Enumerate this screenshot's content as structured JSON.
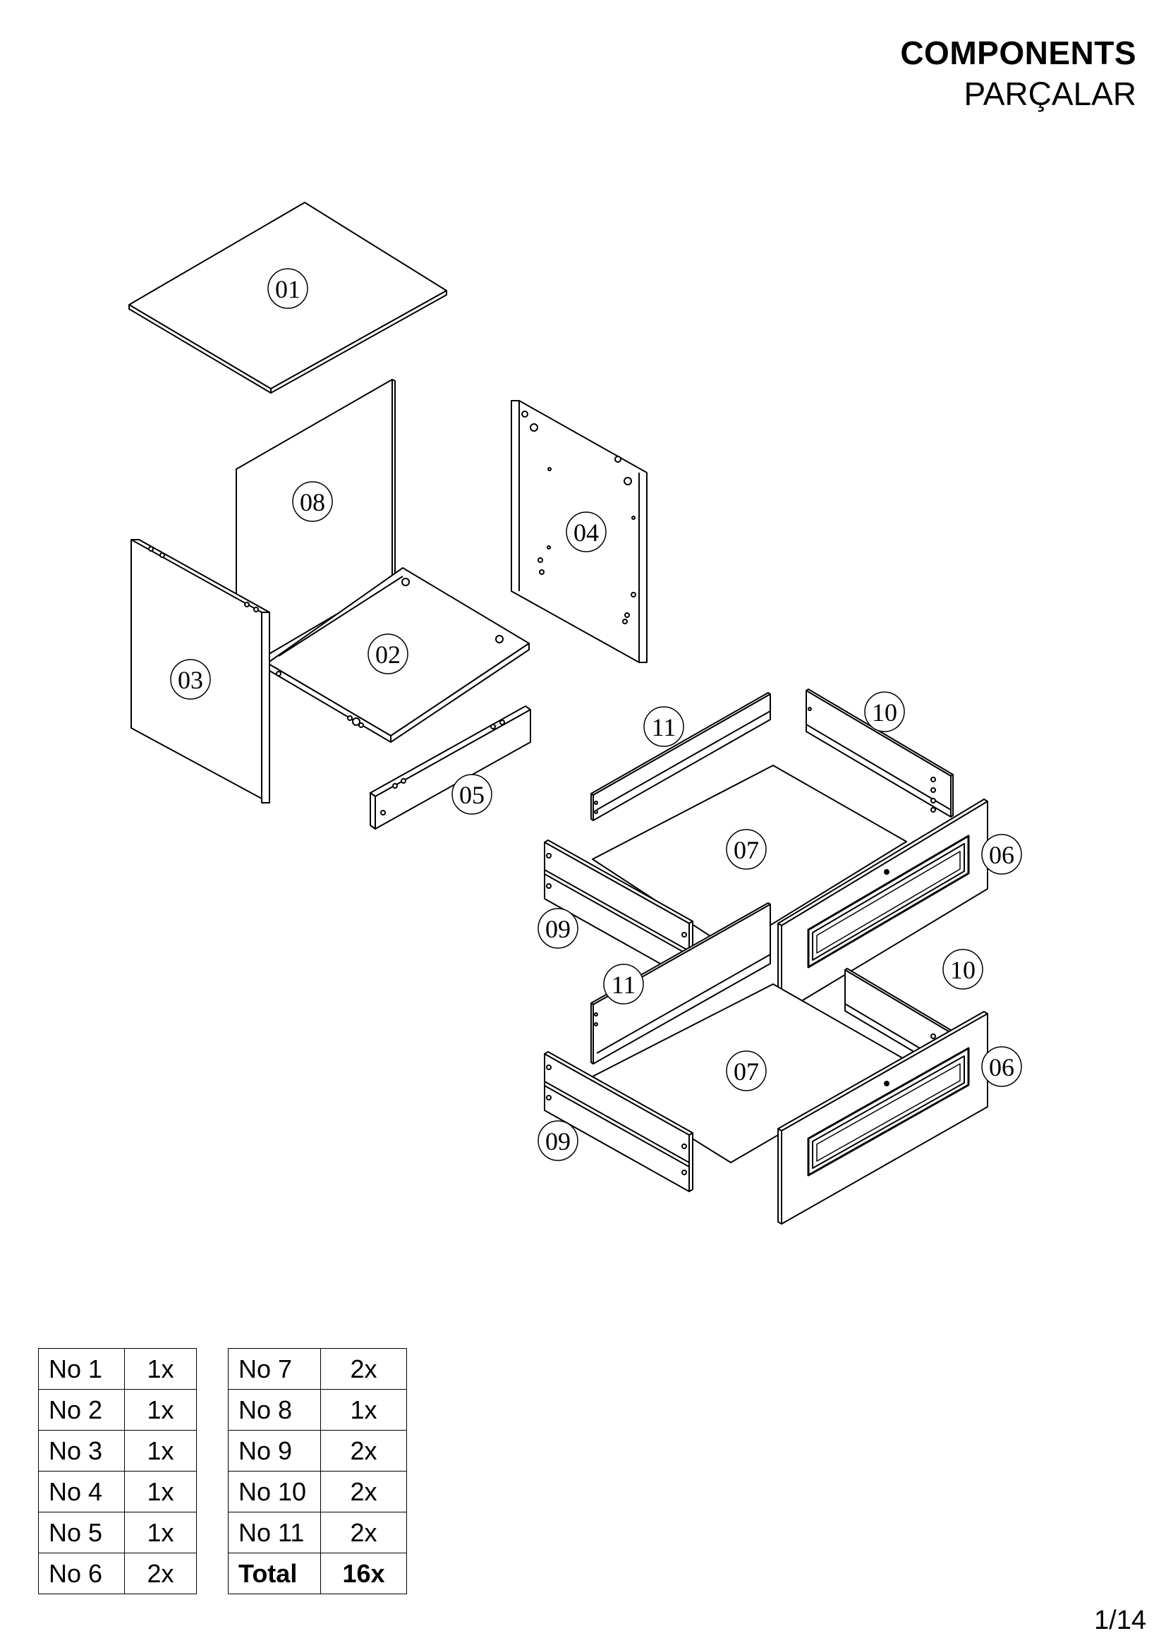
{
  "header": {
    "title": "COMPONENTS",
    "subtitle": "PARÇALAR"
  },
  "callouts": {
    "p01": "01",
    "p02": "02",
    "p03": "03",
    "p04": "04",
    "p05": "05",
    "p06a": "06",
    "p06b": "06",
    "p07a": "07",
    "p07b": "07",
    "p08": "08",
    "p09a": "09",
    "p09b": "09",
    "p10a": "10",
    "p10b": "10",
    "p11a": "11",
    "p11b": "11"
  },
  "parts_table_left": [
    {
      "no": "No 1",
      "qty": "1x"
    },
    {
      "no": "No 2",
      "qty": "1x"
    },
    {
      "no": "No 3",
      "qty": "1x"
    },
    {
      "no": "No 4",
      "qty": "1x"
    },
    {
      "no": "No 5",
      "qty": "1x"
    },
    {
      "no": "No 6",
      "qty": "2x"
    }
  ],
  "parts_table_right": [
    {
      "no": "No 7",
      "qty": "2x"
    },
    {
      "no": "No 8",
      "qty": "1x"
    },
    {
      "no": "No 9",
      "qty": "2x"
    },
    {
      "no": "No 10",
      "qty": "2x"
    },
    {
      "no": "No 11",
      "qty": "2x"
    },
    {
      "no": "Total",
      "qty": "16x"
    }
  ],
  "footer": {
    "page_number": "1/14"
  }
}
